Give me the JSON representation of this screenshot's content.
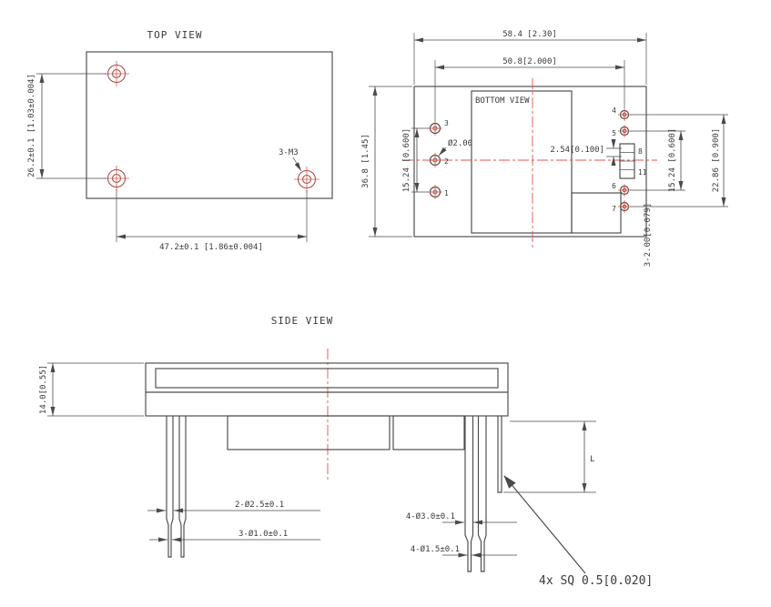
{
  "colors": {
    "line": "#4a4a4a",
    "text": "#3a3a3a",
    "accent_red": "#dd564c",
    "hole_red": "#9e4a42",
    "background": "#ffffff"
  },
  "top_view": {
    "title": "TOP VIEW",
    "dim_height": "26.2±0.1 [1.03±0.004]",
    "dim_width": "47.2±0.1 [1.86±0.004]",
    "hole_label": "3-M3"
  },
  "bottom_view": {
    "title": "BOTTOM VIEW",
    "dim_total_width": "58.4 [2.30]",
    "dim_pin_span": "50.8[2.000]",
    "dim_height": "36.8 [1.45]",
    "dim_left_pitch": "15.24 [0.600]",
    "pin_diameter": "Ø2.00",
    "dim_header_pitch": "2.54[0.100]",
    "dim_right_pitch": "15.24 [0.600]",
    "dim_right_span": "22.86 [0.900]",
    "dim_holes": "3-2.00[0.079]",
    "pins_left": [
      "3",
      "2",
      "1"
    ],
    "pins_right": [
      "4",
      "5",
      "6",
      "7"
    ],
    "header_pins": [
      "8",
      "11"
    ]
  },
  "side_view": {
    "title": "SIDE VIEW",
    "dim_height": "14.0[0.55]",
    "dim_pin_large_left": "2-Ø2.5±0.1",
    "dim_pin_small_left": "3-Ø1.0±0.1",
    "dim_pin_large_right": "4-Ø3.0±0.1",
    "dim_pin_small_right": "4-Ø1.5±0.1",
    "dim_square_pin": "4x SQ 0.5[0.020]",
    "dim_length": "L"
  }
}
